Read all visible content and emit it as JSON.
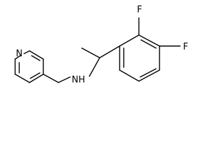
{
  "molecule": {
    "atoms": {
      "nitrogen_ring": "N",
      "amine": "NH",
      "fluorine_top": "F",
      "fluorine_right": "F"
    }
  }
}
